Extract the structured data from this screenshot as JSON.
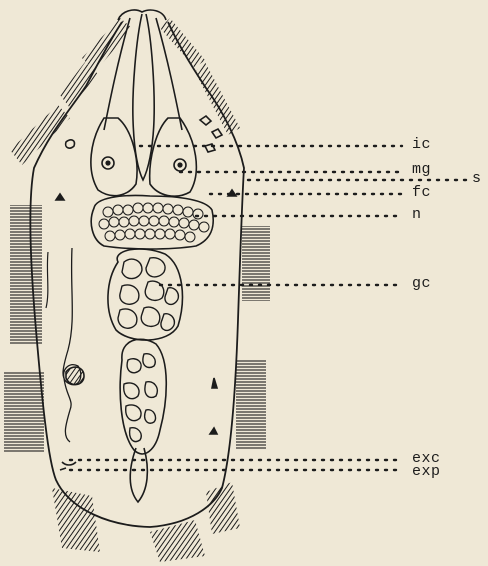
{
  "labels": {
    "ic": "ic",
    "mg": "mg",
    "s": "s",
    "fc": "fc",
    "n": "n",
    "gc": "gc",
    "exc": "exc",
    "exp": "exp"
  },
  "colors": {
    "paper": "#efe8d6",
    "ink": "#1c1c1c"
  }
}
